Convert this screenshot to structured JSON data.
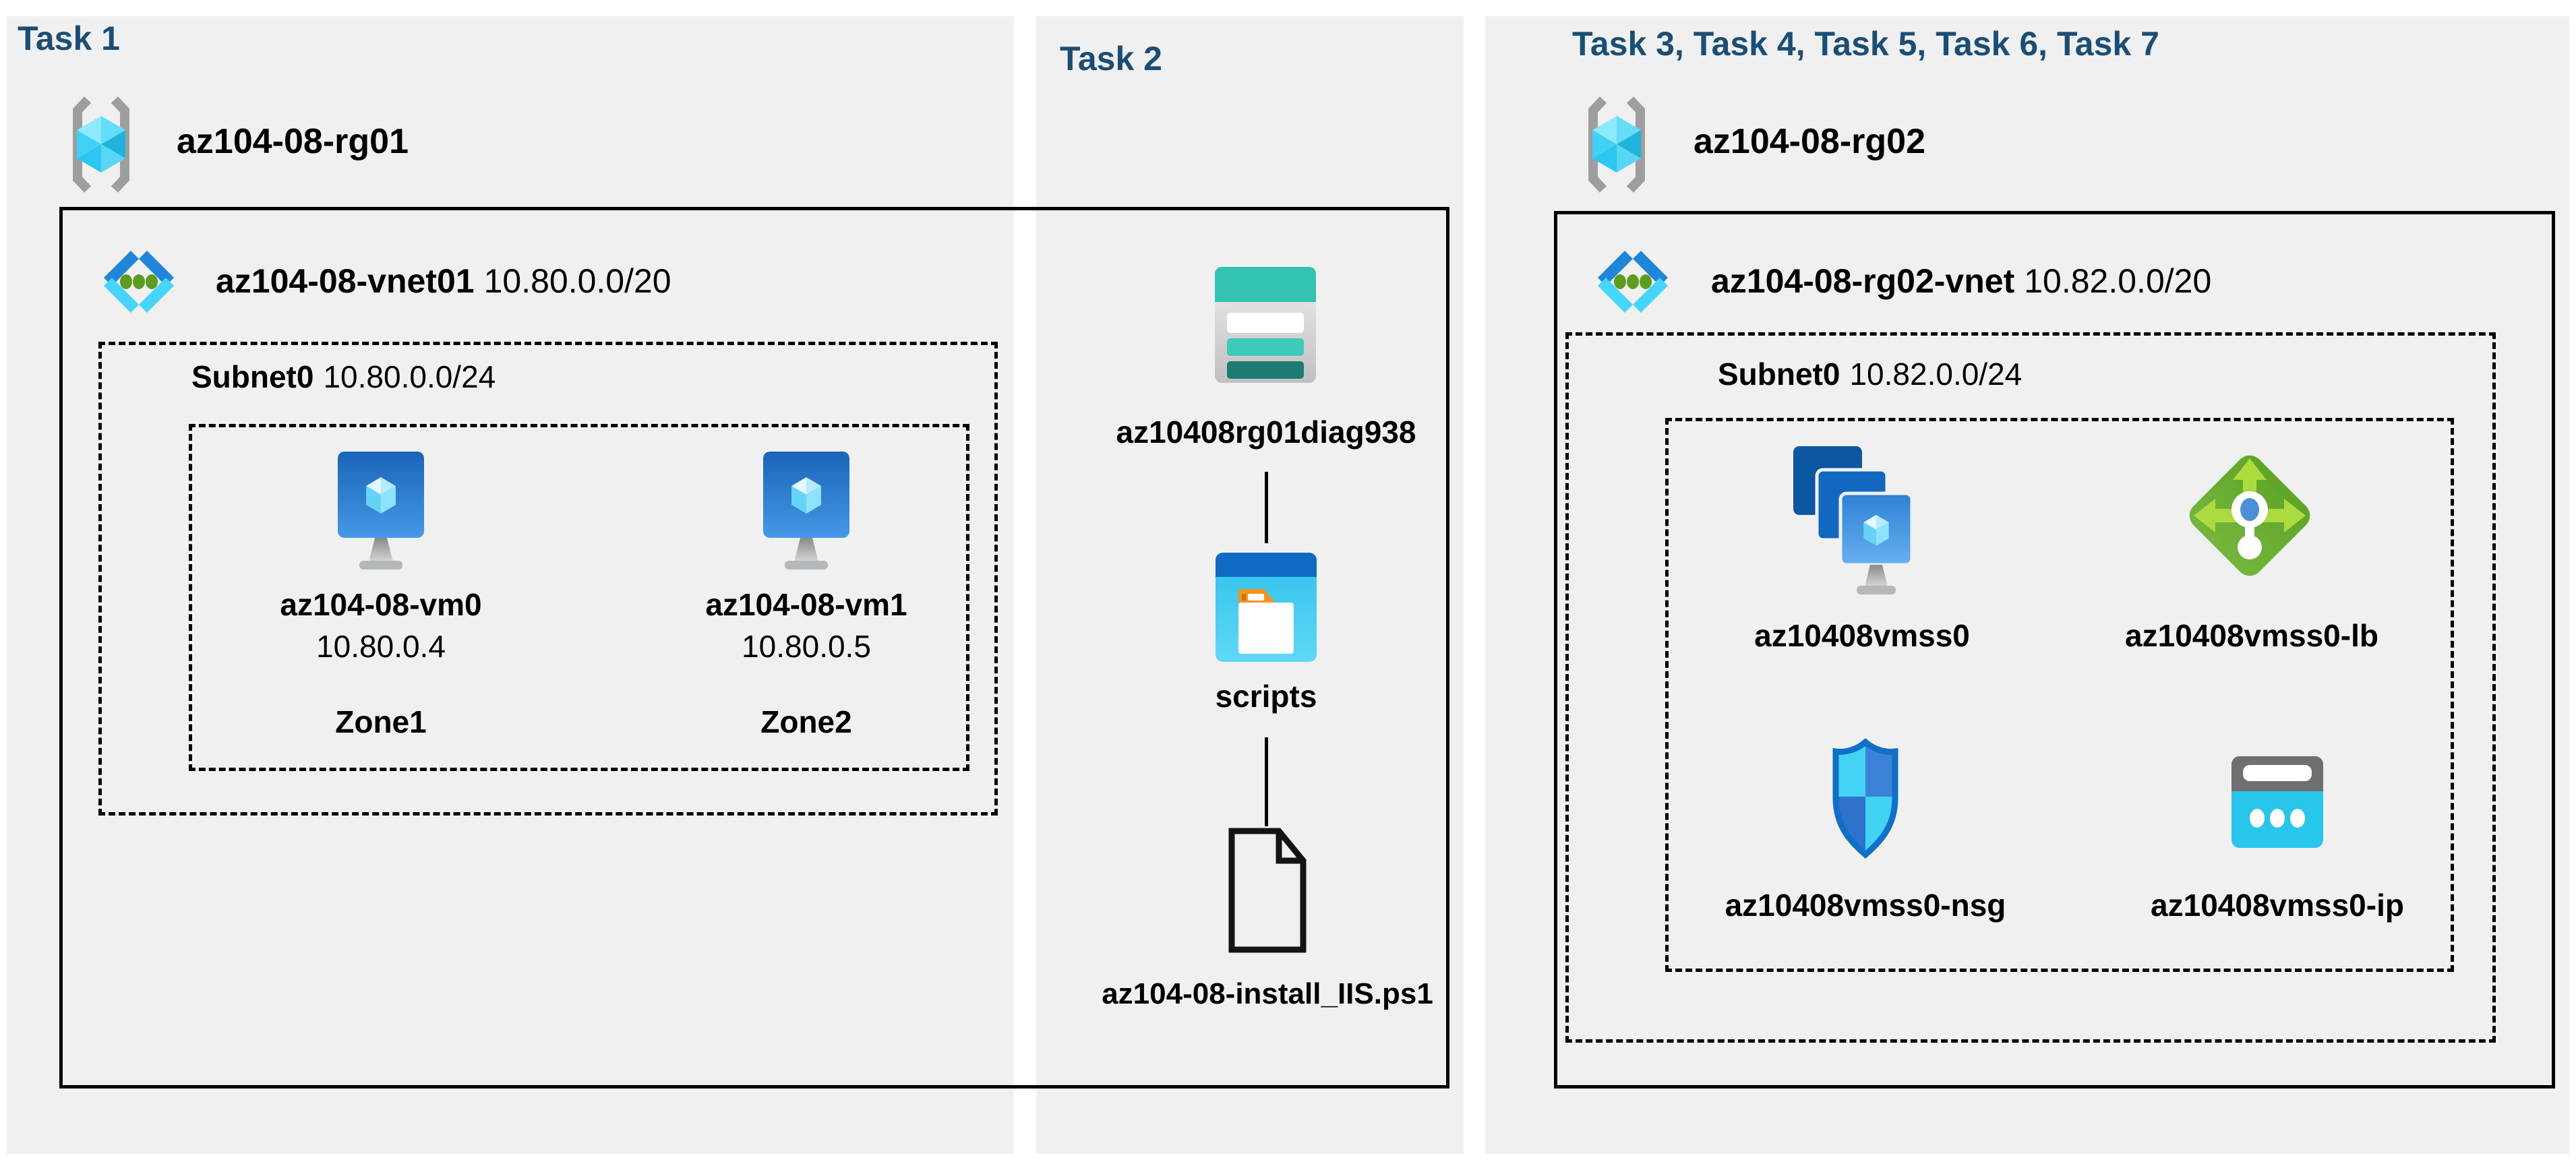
{
  "panels": {
    "task1": {
      "header": "Task 1",
      "resource_group": {
        "name": "az104-08-rg01"
      },
      "vnet": {
        "name": "az104-08-vnet01",
        "cidr": "10.80.0.0/20"
      },
      "subnet": {
        "name": "Subnet0",
        "cidr": "10.80.0.0/24"
      },
      "vms": [
        {
          "name": "az104-08-vm0",
          "ip": "10.80.0.4",
          "zone": "Zone1"
        },
        {
          "name": "az104-08-vm1",
          "ip": "10.80.0.5",
          "zone": "Zone2"
        }
      ]
    },
    "task2": {
      "header": "Task 2",
      "storage_account": "az10408rg01diag938",
      "container": "scripts",
      "file": "az104-08-install_IIS.ps1"
    },
    "task3": {
      "header": "Task 3, Task 4, Task 5, Task 6, Task 7",
      "resource_group": {
        "name": "az104-08-rg02"
      },
      "vnet": {
        "name": "az104-08-rg02-vnet",
        "cidr": "10.82.0.0/20"
      },
      "subnet": {
        "name": "Subnet0",
        "cidr": "10.82.0.0/24"
      },
      "resources": [
        {
          "name": "az10408vmss0",
          "type": "vm-scale-set"
        },
        {
          "name": "az10408vmss0-lb",
          "type": "load-balancer"
        },
        {
          "name": "az10408vmss0-nsg",
          "type": "network-security-group"
        },
        {
          "name": "az10408vmss0-ip",
          "type": "public-ip"
        }
      ]
    }
  },
  "colors": {
    "header_text": "#1b4e74",
    "panel_bg": "#f0f0f1",
    "line": "#000000",
    "vm_blue": "#2f80d4",
    "cyan": "#45d3f3",
    "teal": "#33c3b2",
    "green": "#5ea528",
    "orange": "#f5941d"
  },
  "icons": {
    "resource_group": "resource-group-icon",
    "virtual_network": "vnet-icon",
    "virtual_machine": "vm-icon",
    "storage_account": "storage-account-icon",
    "blob_container": "folder-container-icon",
    "script_file": "file-icon",
    "vm_scale_set": "vmss-icon",
    "load_balancer": "load-balancer-icon",
    "network_security_group": "nsg-shield-icon",
    "public_ip": "public-ip-icon"
  }
}
